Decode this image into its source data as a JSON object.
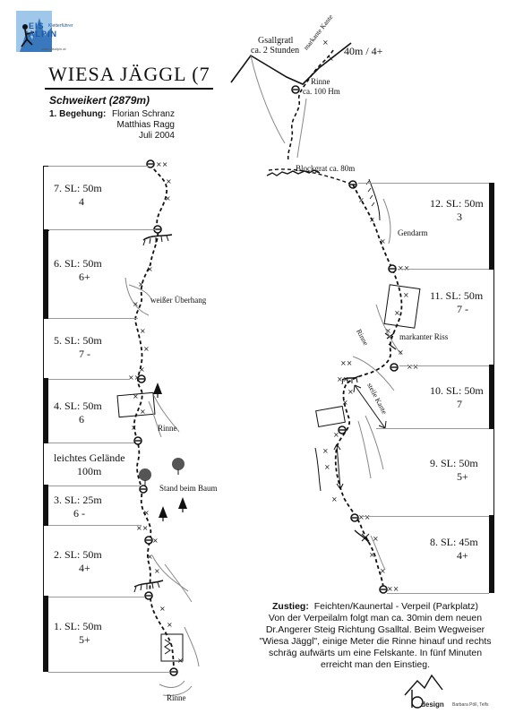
{
  "logo": {
    "line1": "EIS",
    "line2": "ALPIN",
    "tagline": "Kletterführer",
    "url": "www.eisalpin.at"
  },
  "title": "WIESA JÄGGL (7",
  "peak": "Schweikert (2879m)",
  "first_ascent": {
    "label": "1. Begehung:",
    "lines": [
      "Florian Schranz",
      "Matthias Ragg",
      "Juli 2004"
    ]
  },
  "left_pitches": [
    {
      "label": "7. SL: 50m",
      "grade": "4"
    },
    {
      "label": "6. SL: 50m",
      "grade": "6+"
    },
    {
      "label": "5. SL: 50m",
      "grade": "7 -"
    },
    {
      "label": "4. SL: 50m",
      "grade": "6"
    },
    {
      "label": "leichtes Gelände",
      "grade": "100m"
    },
    {
      "label": "3. SL: 25m",
      "grade": "6 -"
    },
    {
      "label": "2. SL: 50m",
      "grade": "4+"
    },
    {
      "label": "1. SL: 50m",
      "grade": "5+"
    }
  ],
  "right_pitches": [
    {
      "label": "12. SL: 50m",
      "grade": "3"
    },
    {
      "label": "11. SL: 50m",
      "grade": "7 -"
    },
    {
      "label": "10. SL: 50m",
      "grade": "7"
    },
    {
      "label": "9. SL: 50m",
      "grade": "5+"
    },
    {
      "label": "8. SL: 45m",
      "grade": "4+"
    }
  ],
  "annotations": {
    "gsallgratl": "Gsallgratl",
    "time": "ca. 2 Stunden",
    "markante_kante": "markante Kante",
    "top_grade": "40m / 4+",
    "rinne_top": "Rinne",
    "hm": "ca. 100 Hm",
    "blockgrat": "Blockgrat ca. 80m",
    "gendarm": "Gendarm",
    "rinne_diag": "Rinne",
    "markanter_riss": "markanter Riss",
    "steile_kante": "steile Kante",
    "weisser_ueberhang": "weißer Überhang",
    "rinne_mid": "Rinne",
    "stand_baum": "Stand beim Baum",
    "rinne_bottom": "Rinne"
  },
  "approach": {
    "label": "Zustieg:",
    "heading": "Feichten/Kaunertal - Verpeil (Parkplatz)",
    "text": "Von der Verpeilalm folgt man ca. 30min dem neuen Dr.Angerer Steig Richtung Gsalltal. Beim Wegweiser \"Wiesa Jäggl\", einige Meter die Rinne hinauf und rechts schräg aufwärts um eine Felskante. In fünf Minuten erreicht man den Einstieg."
  },
  "credit": {
    "brand": "design",
    "author": "Barbara Pöll, Telfs"
  },
  "colors": {
    "ink": "#111111",
    "logo_blue": "#1a5aa8"
  }
}
